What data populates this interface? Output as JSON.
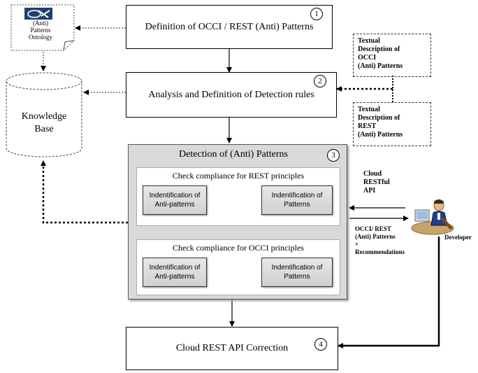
{
  "steps": {
    "definition": {
      "label": "Definition of OCCI / REST (Anti) Patterns",
      "number": "1"
    },
    "analysis": {
      "label": "Analysis and Definition  of Detection rules",
      "number": "2"
    },
    "detection": {
      "label": "Detection of (Anti)  Patterns",
      "number": "3"
    },
    "correction": {
      "label": "Cloud REST API Correction",
      "number": "4"
    }
  },
  "ontology": {
    "label": "(Anti)\nPatterns\nOntology",
    "icon": "ontology-document-icon"
  },
  "knowledge_base": {
    "label": "Knowledge\nBase"
  },
  "textual_occci": {
    "label": "Textual\nDescription of\nOCCI\n(Anti) Patterns"
  },
  "textual_rest": {
    "label": "Textual\nDescription of\nREST\n(Anti) Patterns"
  },
  "rest_group": {
    "title": "Check compliance for REST principles",
    "anti_patterns": "Indentification  of\nAnti-patterns",
    "patterns": "Indentification  of\nPatterns"
  },
  "occi_group": {
    "title": "Check compliance for OCCI  principles",
    "anti_patterns": "Indentification  of\nAnti-patterns",
    "patterns": "Indentification  of\nPatterns"
  },
  "developer": {
    "label": "Developer",
    "input_label": "Cloud\nRESTful\nAPI",
    "output_label": "OCCI/ REST\n(Anti)  Patterns\n+\nRecommendations",
    "icon": "developer-at-desk-icon"
  },
  "colors": {
    "detection_bg": "#d9d9d9",
    "leaf_bg": "#dcdcdc",
    "stroke": "#000000"
  }
}
